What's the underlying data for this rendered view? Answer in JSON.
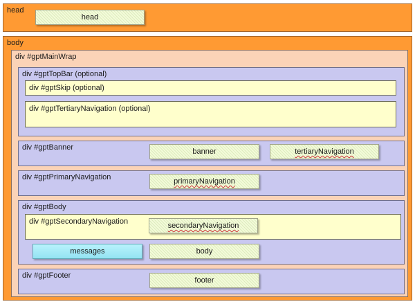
{
  "head": {
    "label": "head",
    "items": {
      "head": "head"
    }
  },
  "body": {
    "label": "body",
    "main_wrap": {
      "label": "div #gptMainWrap",
      "top_bar": {
        "label": "div #gptTopBar (optional)",
        "skip_label": "div #gptSkip (optional)",
        "tertiary_nav_label": "div #gptTertiaryNavigation (optional)"
      },
      "banner": {
        "label": "div #gptBanner",
        "items": {
          "banner": "banner",
          "tertiary_navigation": "tertiaryNavigation"
        }
      },
      "primary_navigation": {
        "label": "div #gptPrimaryNavigation",
        "items": {
          "primary_navigation": "primaryNavigation"
        }
      },
      "gpt_body": {
        "label": "div #gptBody",
        "secondary_navigation": {
          "label": "div #gptSecondaryNavigation",
          "items": {
            "secondary_navigation": "secondaryNavigation"
          }
        },
        "items": {
          "messages": "messages",
          "body": "body"
        }
      },
      "footer": {
        "label": "div #gptFooter",
        "items": {
          "footer": "footer"
        }
      }
    }
  },
  "colors": {
    "head_body_fill": "#ff9a33",
    "main_wrap_fill": "#fbd3b7",
    "section_fill": "#c9c8f0",
    "optional_fill": "#ffffcc",
    "component_chip_fill": "#f3fbd9",
    "messages_chip_fill": "#a9edfa"
  }
}
